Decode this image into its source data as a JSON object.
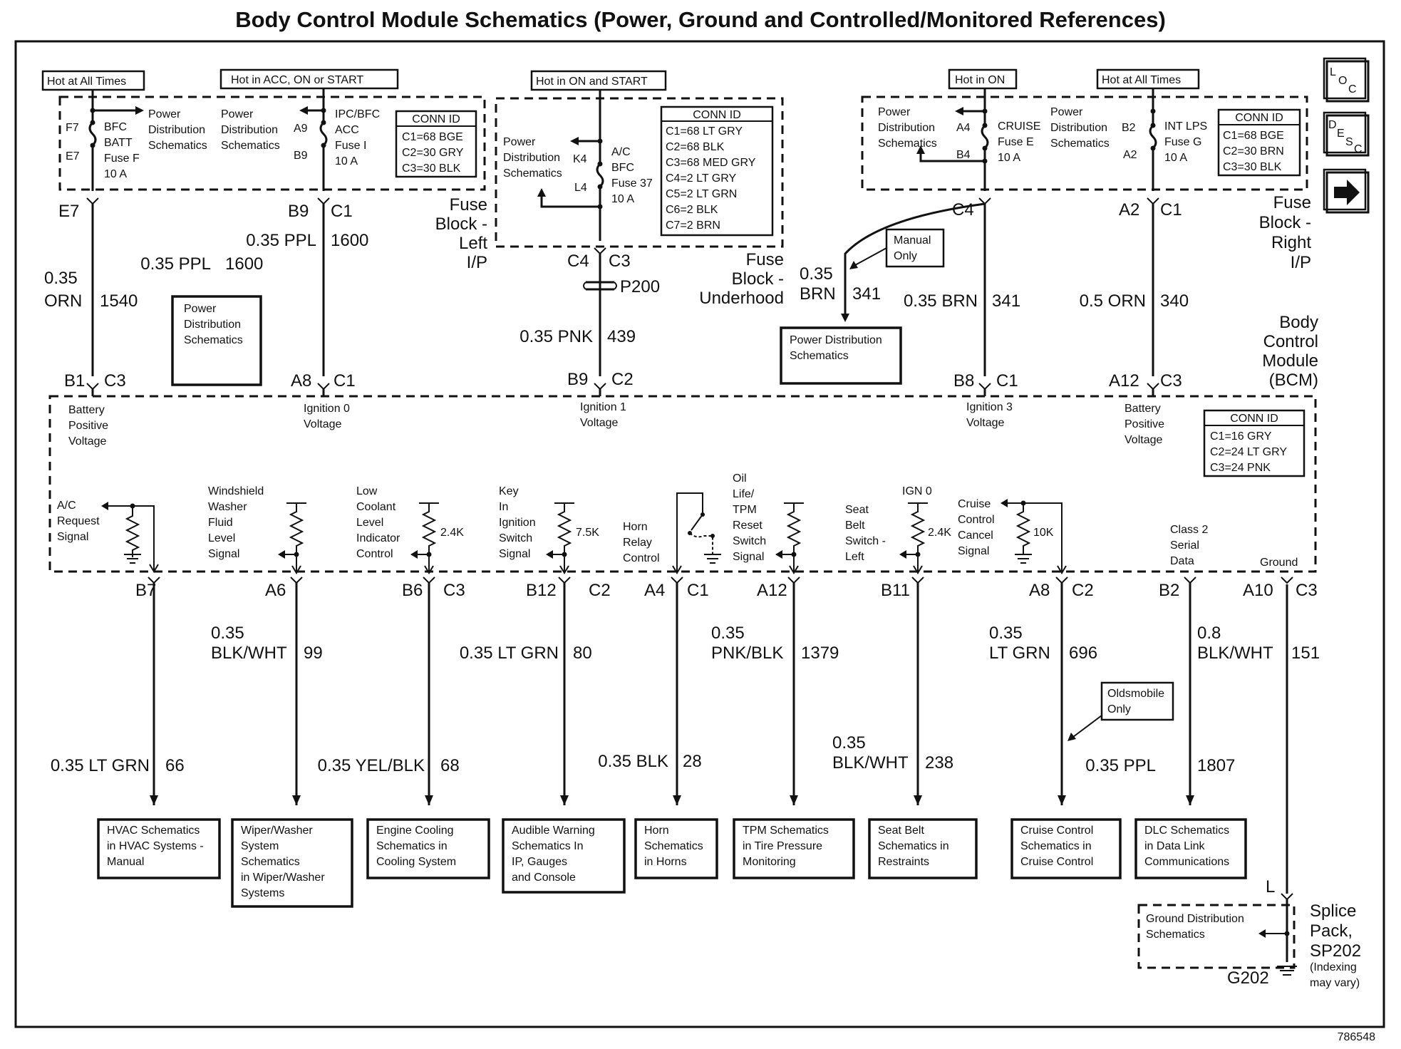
{
  "title": "Body Control Module Schematics (Power, Ground and Controlled/Monitored References)",
  "figure_id": "786548",
  "nav": {
    "loc": "LOC",
    "desc": "DESC",
    "next": "next-arrow-icon"
  },
  "power_labels": {
    "hot_all_times_left": "Hot at All Times",
    "hot_acc_on_start": "Hot in ACC, ON or START",
    "hot_on_start": "Hot in ON and START",
    "hot_on": "Hot in ON",
    "hot_all_times_right": "Hot at All Times"
  },
  "fuse_blocks": {
    "left_ip": {
      "name_lines": [
        "Fuse",
        "Block -",
        "Left",
        "I/P"
      ],
      "conn_title": "CONN ID",
      "conn": [
        "C1=68 BGE",
        "C2=30 GRY",
        "C3=30 BLK"
      ],
      "fuse1": {
        "pins": [
          "F7",
          "E7"
        ],
        "lines": [
          "BFC",
          "BATT",
          "Fuse F",
          "10 A"
        ]
      },
      "pdist1": [
        "Power",
        "Distribution",
        "Schematics"
      ],
      "pdist2": [
        "Power",
        "Distribution",
        "Schematics"
      ],
      "fuse2": {
        "pins": [
          "A9",
          "B9"
        ],
        "lines": [
          "IPC/BFC",
          "ACC",
          "Fuse I",
          "10 A"
        ]
      }
    },
    "underhood": {
      "name_lines": [
        "Fuse",
        "Block -",
        "Underhood"
      ],
      "conn_title": "CONN ID",
      "conn": [
        "C1=68 LT GRY",
        "C2=68 BLK",
        "C3=68 MED GRY",
        "C4=2 LT GRY",
        "C5=2 LT GRN",
        "C6=2 BLK",
        "C7=2 BRN"
      ],
      "pdist": [
        "Power",
        "Distribution",
        "Schematics"
      ],
      "fuse": {
        "pins": [
          "K4",
          "L4"
        ],
        "lines": [
          "A/C",
          "BFC",
          "Fuse 37",
          "10 A"
        ]
      }
    },
    "right_ip": {
      "name_lines": [
        "Fuse",
        "Block -",
        "Right",
        "I/P"
      ],
      "conn_title": "CONN ID",
      "conn": [
        "C1=68 BGE",
        "C2=30 BRN",
        "C3=30 BLK"
      ],
      "pdist1": [
        "Power",
        "Distribution",
        "Schematics"
      ],
      "fuse1": {
        "pins": [
          "A4",
          "B4"
        ],
        "lines": [
          "CRUISE",
          "Fuse E",
          "10 A"
        ]
      },
      "pdist2": [
        "Power",
        "Distribution",
        "Schematics"
      ],
      "fuse2": {
        "pins": [
          "B2",
          "A2"
        ],
        "lines": [
          "INT LPS",
          "Fuse G",
          "10 A"
        ]
      }
    }
  },
  "upper_wires": {
    "e7": {
      "pin": "E7",
      "gauge": "0.35",
      "color": "ORN",
      "circuit": "1540"
    },
    "b9c1": {
      "pin": "B9",
      "conn": "C1",
      "wire": "0.35 PPL",
      "circuit": "1600"
    },
    "branch_1600": {
      "wire": "0.35 PPL",
      "circuit": "1600"
    },
    "c4c3": {
      "pin": "C4",
      "conn": "C3",
      "splice": "P200",
      "wire": "0.35 PNK",
      "circuit": "439"
    },
    "c4_right": {
      "pin": "C4",
      "gauge": "0.35",
      "color": "BRN",
      "circuit": "341",
      "wire2": "0.35 BRN",
      "circuit2": "341"
    },
    "a2c1": {
      "pin": "A2",
      "conn": "C1",
      "wire": "0.5 ORN",
      "circuit": "340"
    },
    "manual_only": [
      "Manual",
      "Only"
    ],
    "pd_box_left": [
      "Power",
      "Distribution",
      "Schematics"
    ],
    "pd_box_right": [
      "Power Distribution",
      "Schematics"
    ]
  },
  "bcm": {
    "name_lines": [
      "Body",
      "Control",
      "Module",
      "(BCM)"
    ],
    "conn_title": "CONN ID",
    "conn": [
      "C1=16 GRY",
      "C2=24 LT GRY",
      "C3=24 PNK"
    ],
    "top_pins": [
      {
        "pin": "B1",
        "conn": "C3",
        "label": [
          "Battery",
          "Positive",
          "Voltage"
        ]
      },
      {
        "pin": "A8",
        "conn": "C1",
        "label": [
          "Ignition 0",
          "Voltage"
        ]
      },
      {
        "pin": "B9",
        "conn": "C2",
        "label": [
          "Ignition 1",
          "Voltage"
        ]
      },
      {
        "pin": "B8",
        "conn": "C1",
        "label": [
          "Ignition 3",
          "Voltage"
        ]
      },
      {
        "pin": "A12",
        "conn": "C3",
        "label": [
          "Battery",
          "Positive",
          "Voltage"
        ]
      }
    ],
    "inputs": [
      {
        "label": [
          "A/C",
          "Request",
          "Signal"
        ]
      },
      {
        "label": [
          "Windshield",
          "Washer",
          "Fluid",
          "Level",
          "Signal"
        ]
      },
      {
        "label": [
          "Low",
          "Coolant",
          "Level",
          "Indicator",
          "Control"
        ],
        "res": "2.4K"
      },
      {
        "label": [
          "Key",
          "In",
          "Ignition",
          "Switch",
          "Signal"
        ],
        "res": "7.5K"
      },
      {
        "label": [
          "Horn",
          "Relay",
          "Control"
        ]
      },
      {
        "label": [
          "Oil",
          "Life/",
          "TPM",
          "Reset",
          "Switch",
          "Signal"
        ]
      },
      {
        "label": [
          "Seat",
          "Belt",
          "Switch -",
          "Left"
        ],
        "res": "2.4K",
        "top": "IGN 0"
      },
      {
        "label": [
          "Cruise",
          "Control",
          "Cancel",
          "Signal"
        ],
        "res": "10K"
      },
      {
        "label": [
          "Class 2",
          "Serial",
          "Data"
        ]
      },
      {
        "label": [
          "Ground"
        ]
      }
    ]
  },
  "lower_pins": [
    {
      "pin": "B7",
      "conn": ""
    },
    {
      "pin": "A6",
      "conn": ""
    },
    {
      "pin": "B6",
      "conn": "C3"
    },
    {
      "pin": "B12",
      "conn": "C2"
    },
    {
      "pin": "A4",
      "conn": "C1"
    },
    {
      "pin": "A12",
      "conn": ""
    },
    {
      "pin": "B11",
      "conn": ""
    },
    {
      "pin": "A8",
      "conn": "C2"
    },
    {
      "pin": "B2",
      "conn": ""
    },
    {
      "pin": "A10",
      "conn": "C3"
    }
  ],
  "lower_wires": {
    "w99": {
      "gauge": "0.35",
      "color": "BLK/WHT",
      "circuit": "99"
    },
    "w80": {
      "wire": "0.35 LT GRN",
      "circuit": "80"
    },
    "w1379": {
      "gauge": "0.35",
      "color": "PNK/BLK",
      "circuit": "1379"
    },
    "w696": {
      "gauge": "0.35",
      "color": "LT GRN",
      "circuit": "696"
    },
    "w151": {
      "gauge": "0.8",
      "color": "BLK/WHT",
      "circuit": "151"
    },
    "w66": {
      "wire": "0.35 LT GRN",
      "circuit": "66"
    },
    "w68": {
      "wire": "0.35 YEL/BLK",
      "circuit": "68"
    },
    "w28": {
      "wire": "0.35 BLK",
      "circuit": "28"
    },
    "w238": {
      "gauge": "0.35",
      "color": "BLK/WHT",
      "circuit": "238"
    },
    "w1807": {
      "wire": "0.35 PPL",
      "circuit": "1807"
    },
    "oldsmobile_only": [
      "Oldsmobile",
      "Only"
    ]
  },
  "destinations": [
    [
      "HVAC Schematics",
      "in HVAC Systems -",
      "Manual"
    ],
    [
      "Wiper/Washer",
      "System",
      "Schematics",
      "in Wiper/Washer",
      "Systems"
    ],
    [
      "Engine Cooling",
      "Schematics in",
      "Cooling System"
    ],
    [
      "Audible Warning",
      "Schematics In",
      "IP, Gauges",
      "and Console"
    ],
    [
      "Horn",
      "Schematics",
      "in Horns"
    ],
    [
      "TPM Schematics",
      "in Tire Pressure",
      "Monitoring"
    ],
    [
      "Seat Belt",
      "Schematics in",
      "Restraints"
    ],
    [
      "Cruise Control",
      "Schematics in",
      "Cruise Control"
    ],
    [
      "DLC Schematics",
      "in Data Link",
      "Communications"
    ]
  ],
  "ground": {
    "splice_pin": "L",
    "splice_lines": [
      "Splice",
      "Pack,",
      "SP202"
    ],
    "indexing": [
      "(Indexing",
      "may vary)"
    ],
    "gnd_dist": [
      "Ground Distribution",
      "Schematics"
    ],
    "ground_id": "G202"
  }
}
